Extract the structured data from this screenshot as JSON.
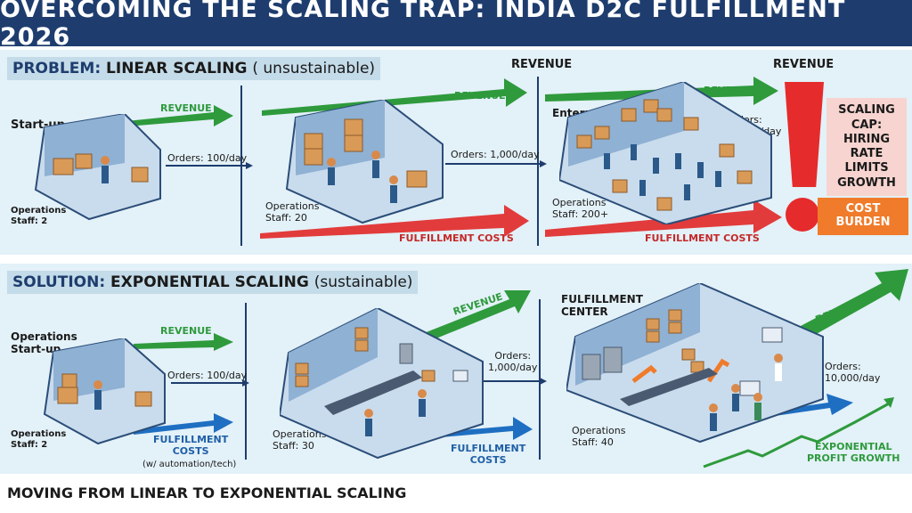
{
  "title": "OVERCOMING THE SCALING TRAP: INDIA D2C FULFILLMENT 2026",
  "problem": {
    "label_kw": "PROBLEM:",
    "label_rest": "LINEAR SCALING",
    "label_paren": "( unsustainable)",
    "top_revenue_1": "REVENUE",
    "top_revenue_2": "REVENUE",
    "stage1": {
      "name": "Start-up",
      "revenue": "REVENUE",
      "orders": "Orders: 100/day",
      "staff": "Operations\nStaff: 2"
    },
    "stage2": {
      "orders": "Orders: 1,000/day",
      "staff": "Operations\nStaff: 20",
      "revenue": "REVENUE",
      "costs": "FULFILLMENT COSTS"
    },
    "stage3": {
      "name": "Enterprise",
      "orders": "Orders:\n10,000/day",
      "staff": "Operations\nStaff: 200+",
      "revenue": "REVENUE",
      "costs": "FULFILLMENT COSTS"
    },
    "cap": "SCALING CAP: HIRING RATE LIMITS GROWTH",
    "burden": "COST BURDEN"
  },
  "solution": {
    "label_kw": "SOLUTION:",
    "label_rest": "EXPONENTIAL SCALING",
    "label_paren": "(sustainable)",
    "stage1": {
      "name": "Operations\nStart-up",
      "revenue": "REVENUE",
      "orders": "Orders: 100/day",
      "staff": "Operations\nStaff: 2",
      "costs": "FULFILLMENT\nCOSTS",
      "costs_note": "(w/ automation/tech)"
    },
    "stage2": {
      "revenue": "REVENUE",
      "orders": "Orders:\n1,000/day",
      "staff": "Operations\nStaff: 30",
      "costs": "FULFILLMENT\nCOSTS"
    },
    "stage3": {
      "name": "FULFILLMENT\nCENTER",
      "revenue": "REVENUE",
      "orders": "Orders: 10,000/day",
      "staff": "Operations\nStaff: 40",
      "profit": "EXPONENTIAL\nPROFIT GROWTH"
    }
  },
  "footer": "MOVING FROM LINEAR TO EXPONENTIAL SCALING",
  "colors": {
    "navy": "#1e3d6e",
    "green": "#2e9a3c",
    "red": "#e23b3b",
    "blue": "#1e6fc2",
    "orange": "#f07b2a",
    "panel": "#e3f1f8"
  }
}
